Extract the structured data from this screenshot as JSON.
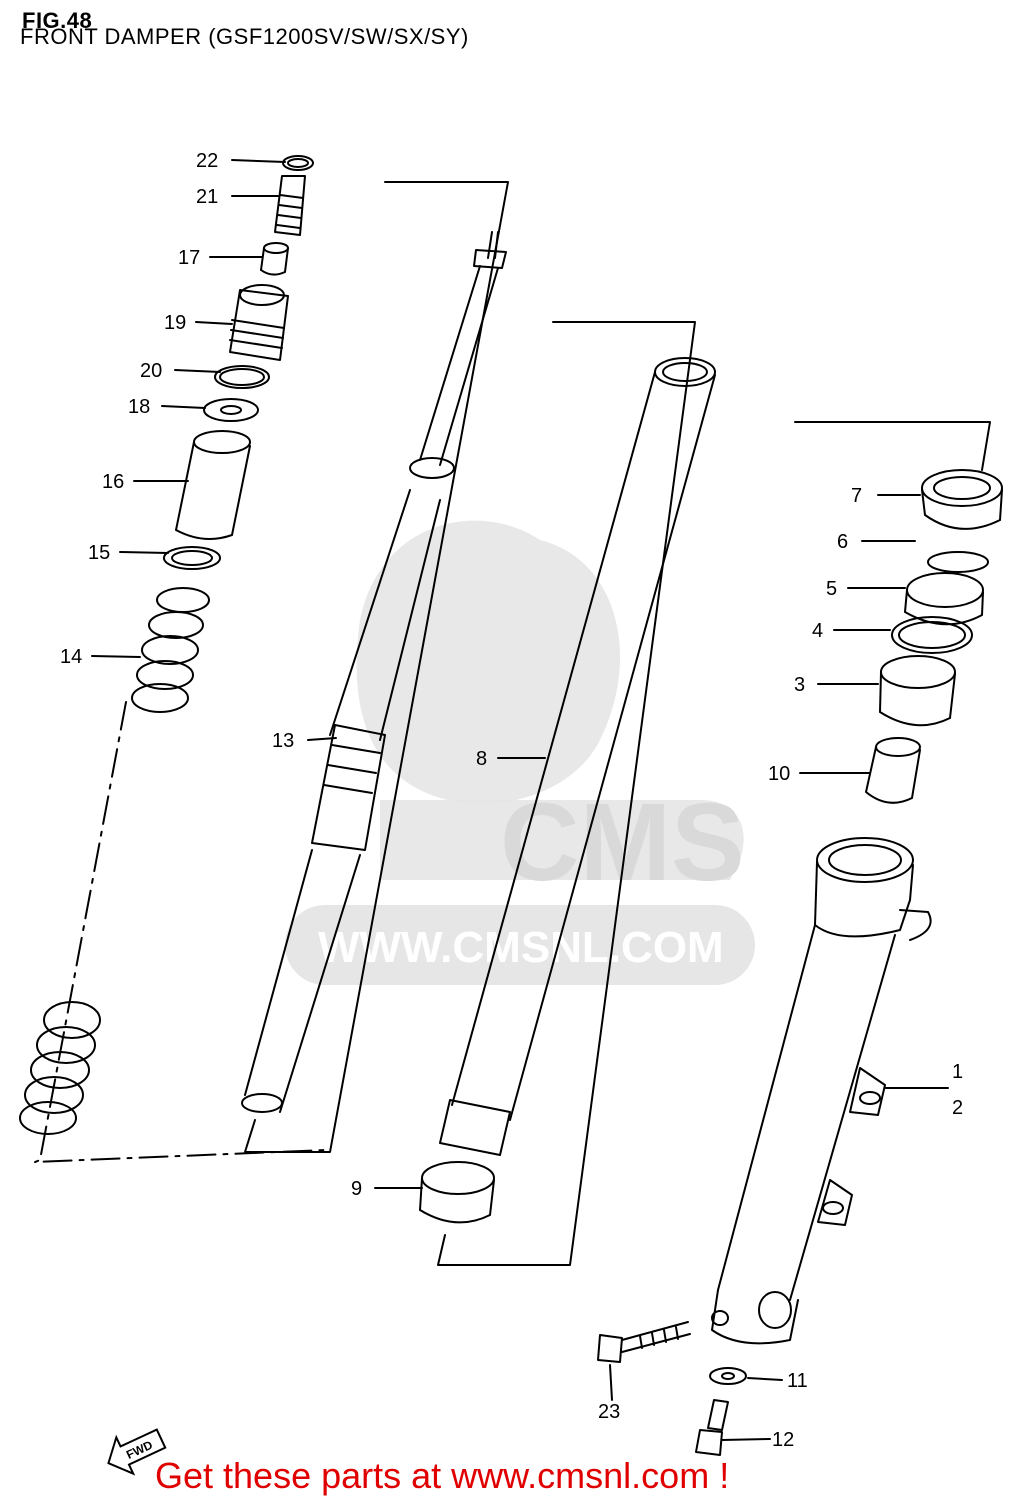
{
  "figure": {
    "number": "FIG.48",
    "title": "FRONT DAMPER (GSF1200SV/SW/SX/SY)"
  },
  "callouts": [
    {
      "id": "22",
      "label": "22"
    },
    {
      "id": "21",
      "label": "21"
    },
    {
      "id": "17",
      "label": "17"
    },
    {
      "id": "19",
      "label": "19"
    },
    {
      "id": "20",
      "label": "20"
    },
    {
      "id": "18",
      "label": "18"
    },
    {
      "id": "16",
      "label": "16"
    },
    {
      "id": "15",
      "label": "15"
    },
    {
      "id": "14",
      "label": "14"
    },
    {
      "id": "13",
      "label": "13"
    },
    {
      "id": "8",
      "label": "8"
    },
    {
      "id": "7",
      "label": "7"
    },
    {
      "id": "6",
      "label": "6"
    },
    {
      "id": "5",
      "label": "5"
    },
    {
      "id": "4",
      "label": "4"
    },
    {
      "id": "3",
      "label": "3"
    },
    {
      "id": "10",
      "label": "10"
    },
    {
      "id": "1",
      "label": "1"
    },
    {
      "id": "2",
      "label": "2"
    },
    {
      "id": "9",
      "label": "9"
    },
    {
      "id": "11",
      "label": "11"
    },
    {
      "id": "23",
      "label": "23"
    },
    {
      "id": "12",
      "label": "12"
    }
  ],
  "watermark": {
    "brand": "CMS",
    "url": "WWW.CMSNL.COM"
  },
  "direction_badge": "FWD",
  "footer": {
    "link_text": "Get these parts at www.cmsnl.com !"
  },
  "colors": {
    "footer_link": "#e00000",
    "watermark": "#e6e6e6",
    "line_art": "#000000"
  }
}
